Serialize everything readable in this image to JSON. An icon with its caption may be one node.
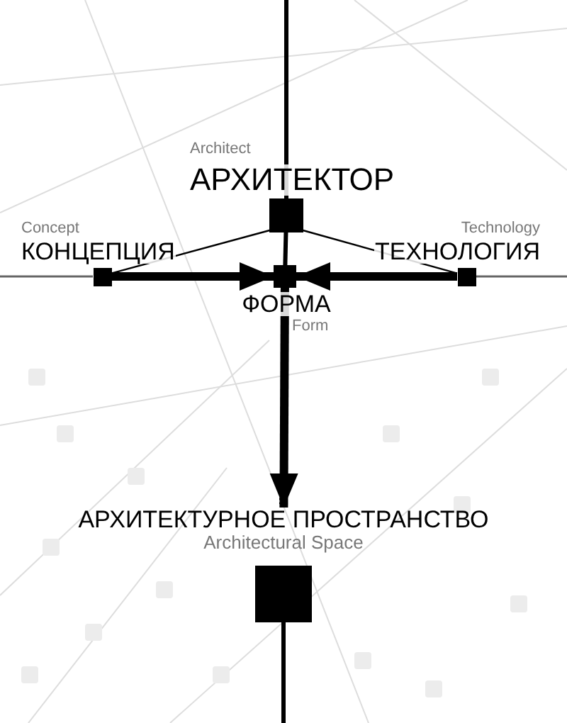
{
  "diagram": {
    "nodes": [
      {
        "text": [],
        "shape": "box",
        "beside": [
          "Architect",
          "АРХИТЕКТОР"
        ]
      },
      {
        "text": [],
        "shape": "box",
        "beside": [
          "Concept",
          "КОНЦЕПЦИЯ"
        ]
      },
      {
        "text": [],
        "shape": "box",
        "beside": [
          "ФОРМА",
          "Form"
        ]
      },
      {
        "text": [],
        "shape": "box",
        "beside": [
          "Technology",
          "ТЕХНОЛОГИЯ"
        ]
      },
      {
        "text": [
          "АРХИТЕКТУРНОЕ ПРОСТРАНСТВО",
          "Architectural Space"
        ]
      }
    ],
    "edges": [
      {
        "from": null,
        "to": 0,
        "arrow": "none"
      },
      {
        "from": 0,
        "to": 2,
        "arrow": "none"
      },
      {
        "from": 0,
        "to": 1,
        "arrow": "none"
      },
      {
        "from": 0,
        "to": 3,
        "arrow": "none"
      },
      {
        "from": 1,
        "to": 2,
        "arrow": "to",
        "style": "thick"
      },
      {
        "from": 3,
        "to": 2,
        "arrow": "to",
        "style": "thick"
      },
      {
        "from": 2,
        "to": 4,
        "arrow": "to",
        "style": "thick"
      },
      {
        "from": 4,
        "to": null,
        "arrow": "none"
      },
      {
        "from": null,
        "to": 1,
        "arrow": "none",
        "color": "#666666"
      },
      {
        "from": 3,
        "to": null,
        "arrow": "none",
        "color": "#666666"
      }
    ]
  }
}
